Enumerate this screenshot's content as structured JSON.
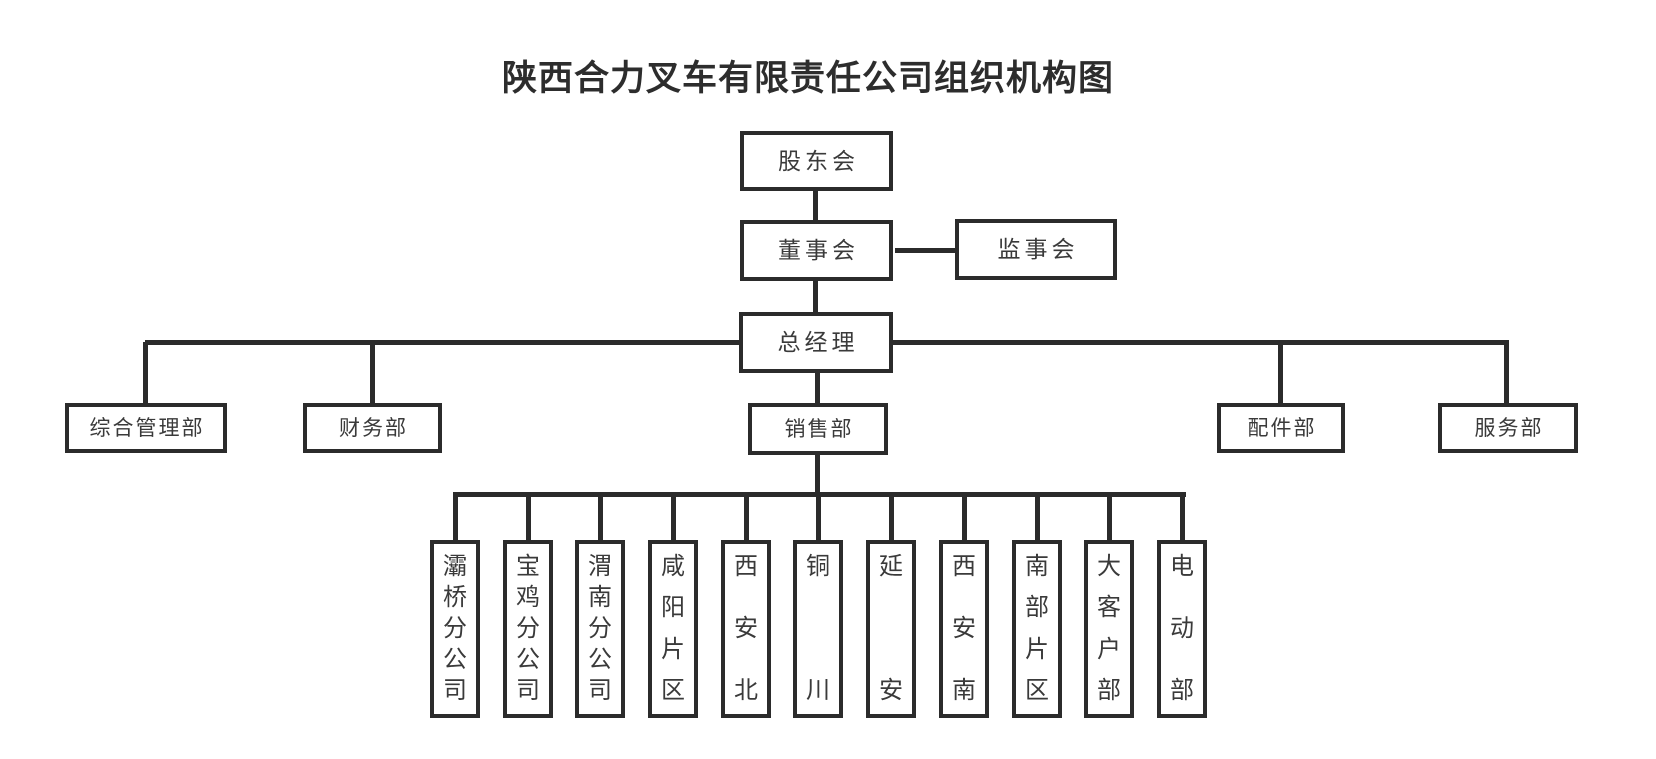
{
  "title": "陕西合力叉车有限责任公司组织机构图",
  "colors": {
    "background": "#ffffff",
    "line": "#2b2b2b",
    "box_border": "#2b2b2b",
    "box_text": "#3a3a3a",
    "title_text": "#2d2d2d"
  },
  "org": {
    "shareholders": "股东会",
    "board": "董事会",
    "supervisory": "监事会",
    "general_manager": "总经理",
    "departments": [
      {
        "label": "综合管理部"
      },
      {
        "label": "财务部"
      },
      {
        "label": "销售部"
      },
      {
        "label": "配件部"
      },
      {
        "label": "服务部"
      }
    ],
    "sales_units": [
      {
        "label": "灞桥分公司"
      },
      {
        "label": "宝鸡分公司"
      },
      {
        "label": "渭南分公司"
      },
      {
        "label": "咸阳片区"
      },
      {
        "label": "西安北"
      },
      {
        "label": "铜川"
      },
      {
        "label": "延安"
      },
      {
        "label": "西安南"
      },
      {
        "label": "南部片区"
      },
      {
        "label": "大客户部"
      },
      {
        "label": "电动部"
      }
    ]
  }
}
